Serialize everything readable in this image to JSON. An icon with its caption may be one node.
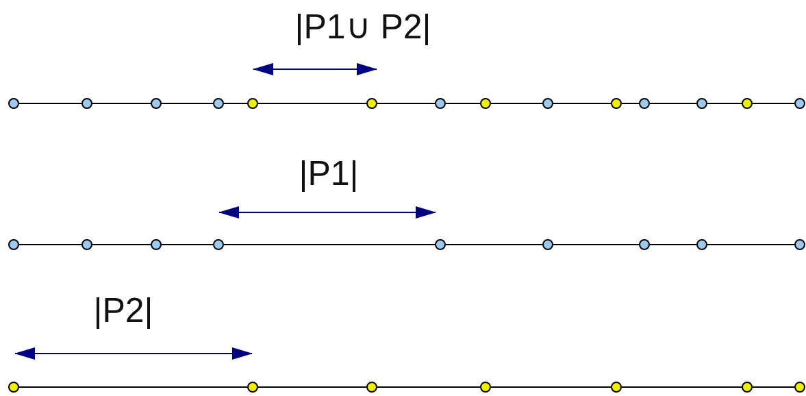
{
  "diagram": {
    "nodes": [
      {
        "text": [],
        "shape": "circle"
      },
      {
        "text": [],
        "shape": "circle"
      },
      {
        "text": [],
        "shape": "circle"
      },
      {
        "text": [],
        "shape": "circle"
      },
      {
        "text": [],
        "shape": "circle"
      },
      {
        "text": [],
        "shape": "circle"
      },
      {
        "text": [],
        "shape": "circle"
      },
      {
        "text": [],
        "shape": "circle"
      },
      {
        "text": [],
        "shape": "circle"
      },
      {
        "text": [],
        "shape": "circle"
      },
      {
        "text": [],
        "shape": "circle"
      },
      {
        "text": [],
        "shape": "circle"
      },
      {
        "text": [],
        "shape": "circle"
      },
      {
        "text": [],
        "shape": "circle"
      },
      {
        "text": [],
        "shape": "circle"
      },
      {
        "text": [],
        "shape": "circle"
      },
      {
        "text": [],
        "shape": "circle"
      },
      {
        "text": [],
        "shape": "circle"
      },
      {
        "text": [],
        "shape": "circle"
      },
      {
        "text": [],
        "shape": "circle"
      },
      {
        "text": [],
        "shape": "circle"
      },
      {
        "text": [],
        "shape": "circle"
      },
      {
        "text": [],
        "shape": "circle"
      },
      {
        "text": [],
        "shape": "circle"
      },
      {
        "text": [],
        "shape": "circle"
      },
      {
        "text": [],
        "shape": "circle"
      },
      {
        "text": [],
        "shape": "circle"
      },
      {
        "text": [],
        "shape": "circle"
      },
      {
        "text": [],
        "shape": "circle"
      },
      {
        "text": [],
        "shape": "circle"
      }
    ],
    "edges": [
      {
        "from": 0,
        "to": 1,
        "arrow": "none"
      },
      {
        "from": 1,
        "to": 2,
        "arrow": "none"
      },
      {
        "from": 2,
        "to": 3,
        "arrow": "none"
      },
      {
        "from": 3,
        "to": 4,
        "arrow": "none"
      },
      {
        "from": 4,
        "to": 5,
        "arrow": "none"
      },
      {
        "from": 5,
        "to": 6,
        "arrow": "none"
      },
      {
        "from": 6,
        "to": 7,
        "arrow": "none"
      },
      {
        "from": 7,
        "to": 8,
        "arrow": "none"
      },
      {
        "from": 8,
        "to": 9,
        "arrow": "none"
      },
      {
        "from": 9,
        "to": 10,
        "arrow": "none"
      },
      {
        "from": 10,
        "to": 11,
        "arrow": "none"
      },
      {
        "from": 11,
        "to": 12,
        "arrow": "none"
      },
      {
        "from": 12,
        "to": 13,
        "arrow": "none"
      },
      {
        "from": 14,
        "to": 15,
        "arrow": "none"
      },
      {
        "from": 15,
        "to": 16,
        "arrow": "none"
      },
      {
        "from": 16,
        "to": 17,
        "arrow": "none"
      },
      {
        "from": 17,
        "to": 18,
        "arrow": "none"
      },
      {
        "from": 18,
        "to": 19,
        "arrow": "none"
      },
      {
        "from": 19,
        "to": 20,
        "arrow": "none"
      },
      {
        "from": 20,
        "to": 21,
        "arrow": "none"
      },
      {
        "from": 21,
        "to": 22,
        "arrow": "none"
      },
      {
        "from": 23,
        "to": 24,
        "arrow": "none"
      },
      {
        "from": 24,
        "to": 25,
        "arrow": "none"
      },
      {
        "from": 25,
        "to": 26,
        "arrow": "none"
      },
      {
        "from": 26,
        "to": 27,
        "arrow": "none"
      },
      {
        "from": 27,
        "to": 28,
        "arrow": "none"
      },
      {
        "from": 28,
        "to": 29,
        "arrow": "none"
      }
    ],
    "labels": [
      "|P1∪ P2|",
      "|P1|",
      "|P2|"
    ]
  }
}
